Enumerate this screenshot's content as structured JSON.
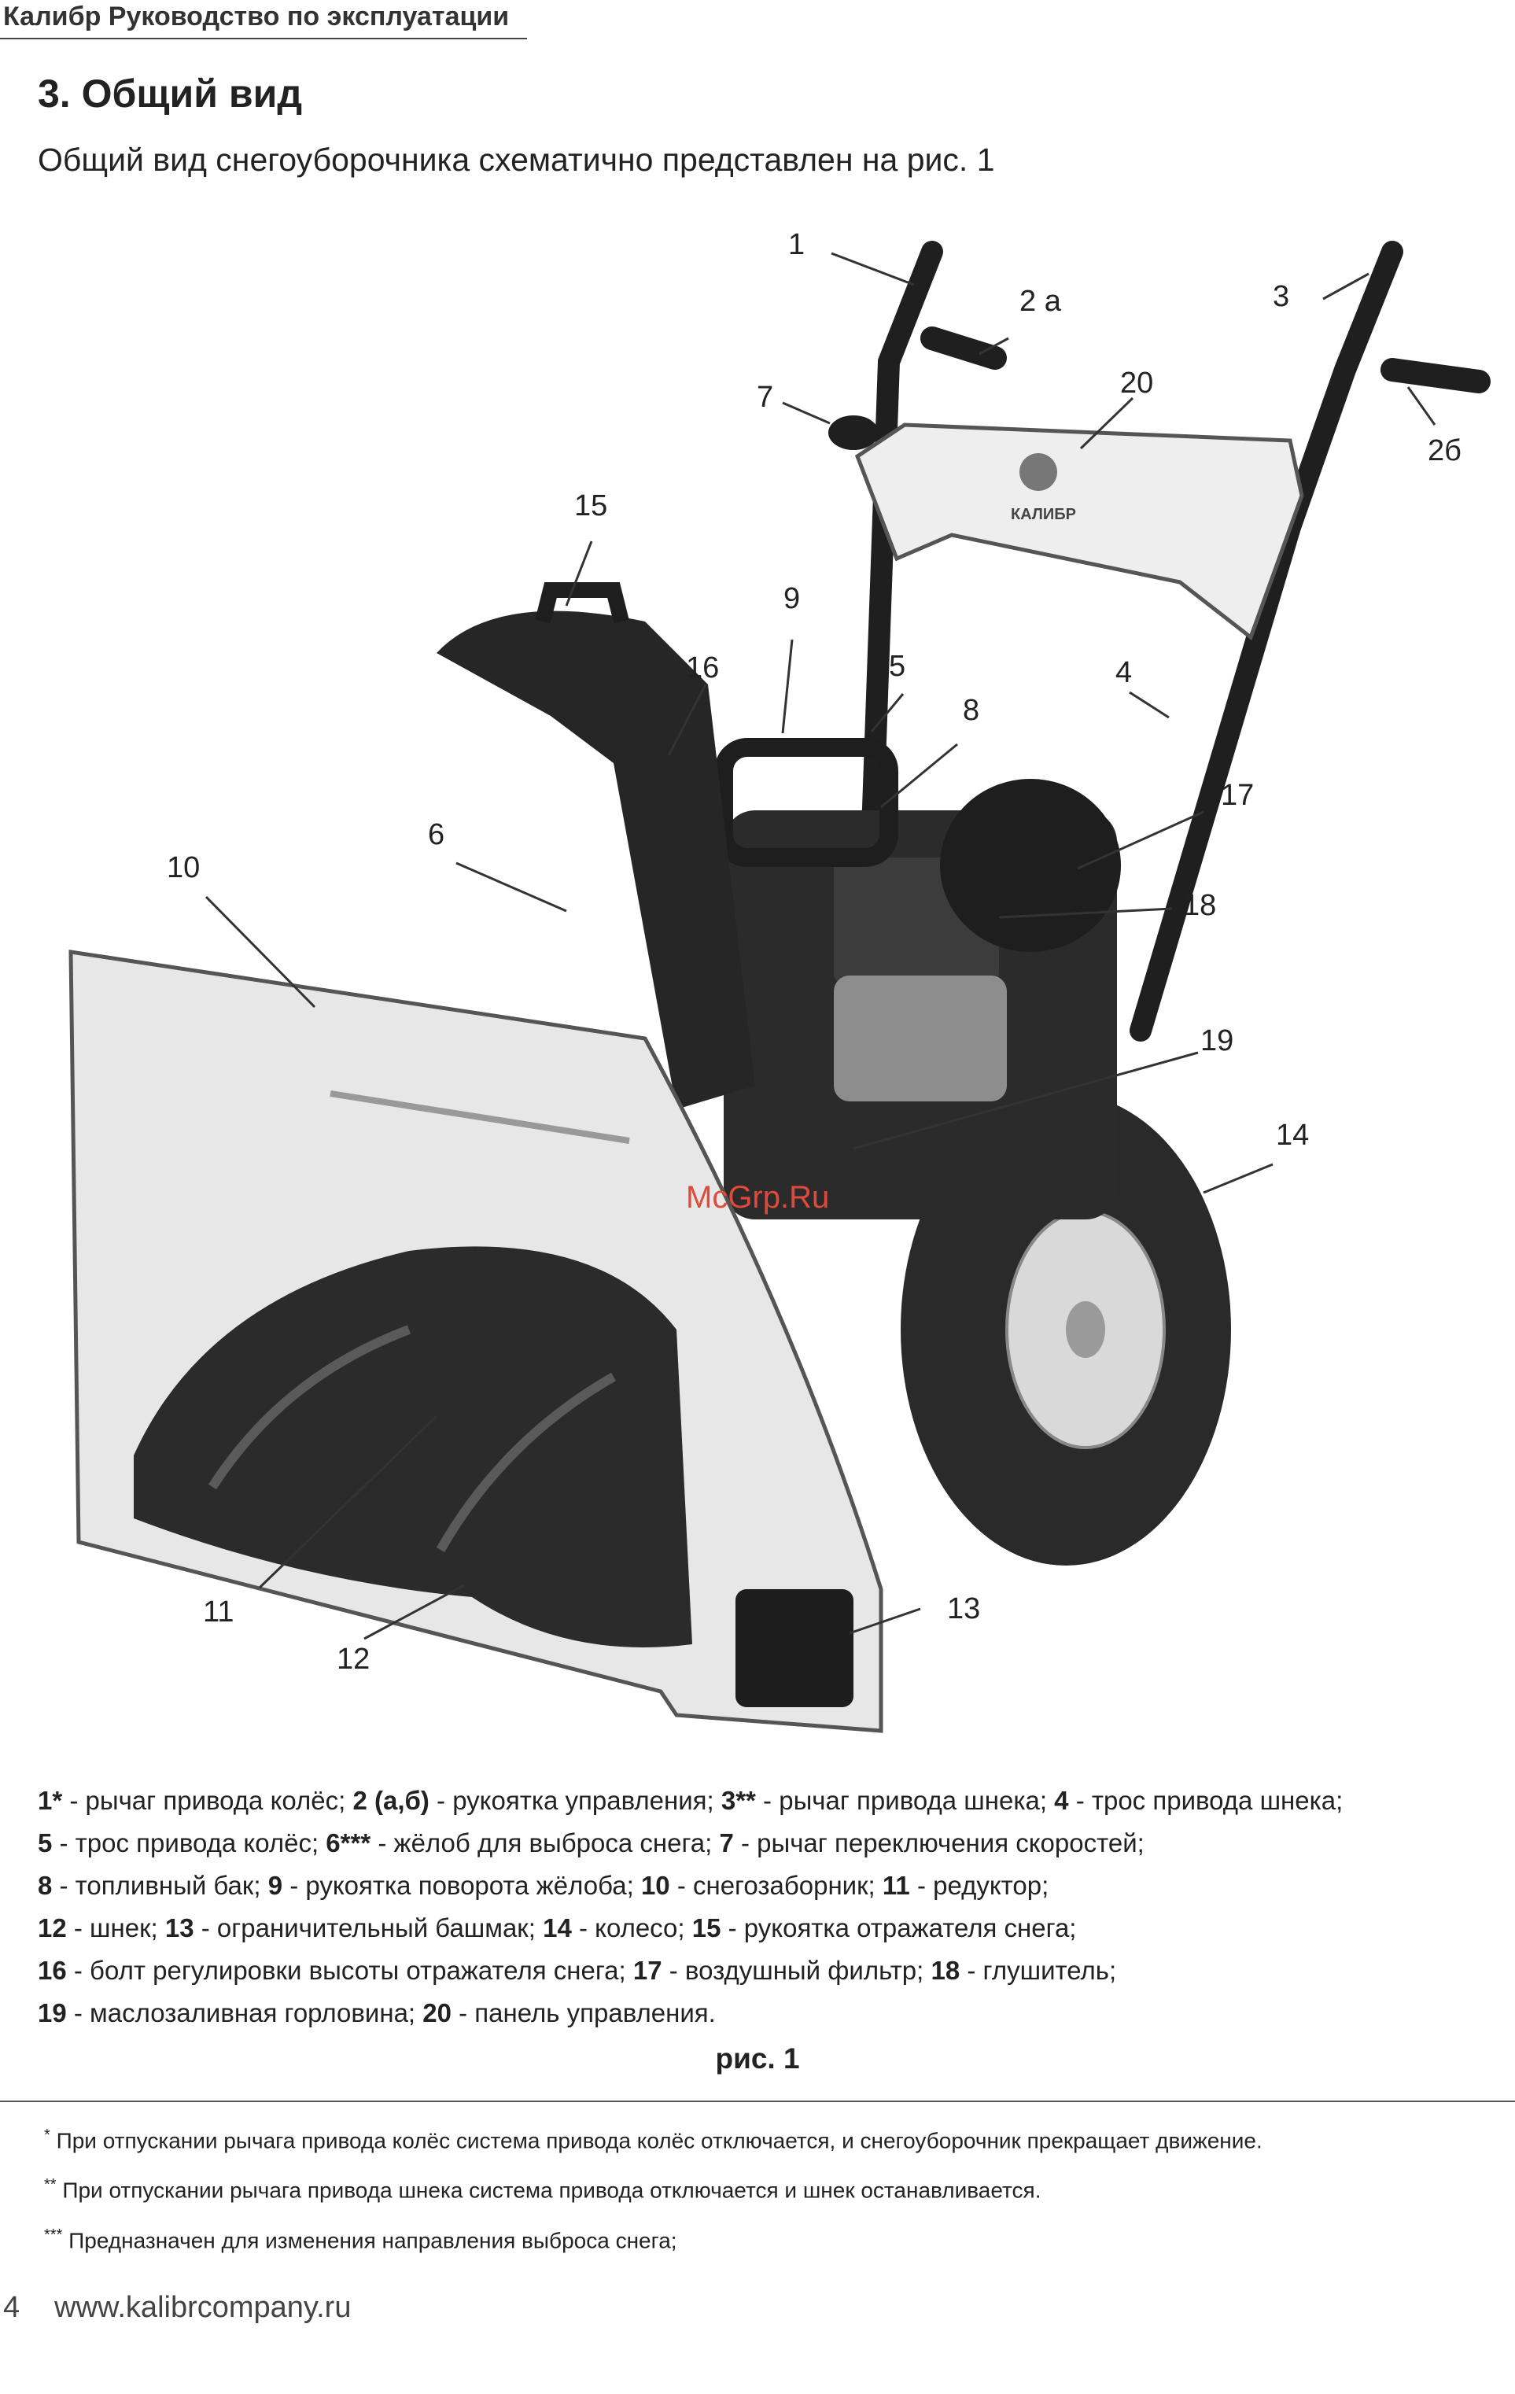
{
  "header": {
    "title": "Калибр Руководство по эксплуатации"
  },
  "section": {
    "title": "3. Общий вид",
    "intro": "Общий вид снегоуборочника схематично представлен на рис. 1"
  },
  "figure": {
    "callouts": [
      "1",
      "2 а",
      "3",
      "20",
      "2б",
      "7",
      "15",
      "9",
      "16",
      "5",
      "4",
      "8",
      "17",
      "6",
      "10",
      "18",
      "19",
      "14",
      "11",
      "13",
      "12"
    ],
    "brand_text": "КАЛИБР",
    "watermark": "McGrp.Ru",
    "caption": "рис. 1"
  },
  "legend": [
    [
      [
        "1*",
        " - рычаг привода колёс; "
      ],
      [
        "2 (а,б)",
        " - рукоятка управления; "
      ],
      [
        "3**",
        " - рычаг привода шнека; "
      ],
      [
        "4",
        " - трос привода шнека;"
      ]
    ],
    [
      [
        "5",
        " - трос привода колёс; "
      ],
      [
        "6***",
        " - жёлоб для выброса снега; "
      ],
      [
        "7",
        " - рычаг переключения скоростей;"
      ]
    ],
    [
      [
        "8",
        " - топливный бак; "
      ],
      [
        "9",
        " - рукоятка поворота жёлоба; "
      ],
      [
        "10",
        " - снегозаборник; "
      ],
      [
        "11",
        " - редуктор;"
      ]
    ],
    [
      [
        "12",
        " - шнек; "
      ],
      [
        "13",
        " - ограничительный башмак; "
      ],
      [
        "14",
        " - колесо; "
      ],
      [
        "15",
        " - рукоятка отражателя снега;"
      ]
    ],
    [
      [
        "16",
        " - болт регулировки высоты отражателя снега; "
      ],
      [
        "17",
        " - воздушный фильтр;  "
      ],
      [
        "18",
        " - глушитель;"
      ]
    ],
    [
      [
        "19",
        " - маслозаливная горловина; "
      ],
      [
        "20",
        " - панель управления."
      ]
    ]
  ],
  "notes": [
    {
      "mark": "*",
      "text": " При отпускании рычага привода колёс система привода колёс отключается, и снегоуборочник прекращает движение."
    },
    {
      "mark": "**",
      "text": " При отпускании рычага привода шнека система привода отключается и шнек останавливается."
    },
    {
      "mark": "***",
      "text": " Предназначен для изменения направления выброса снега;"
    }
  ],
  "footer": {
    "page": "4",
    "url": "www.kalibrcompany.ru"
  }
}
